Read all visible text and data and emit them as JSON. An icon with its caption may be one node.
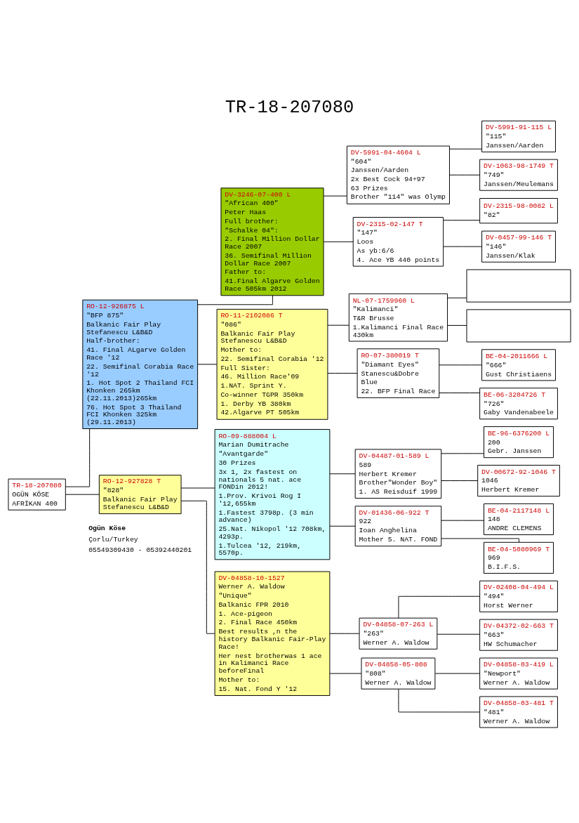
{
  "diagram": {
    "title": "TR-18-207080",
    "nodes": [
      {
        "text": [
          "TR-18-207080",
          "OGÜN KÖSE",
          "AFRİKAN 400"
        ]
      },
      {
        "text": [
          "RO-12-926875 L",
          "\"BFP 875\"",
          "Balkanic Fair Play Stefanescu L&B&D",
          "Half-brother:",
          "41. Final ALgarve Golden Race '12",
          "22. Semifinal Corabia Race '12",
          "1. Hot Spot 2 Thailand FCI Khonken 265km (22.11.2013)265km",
          "76. Hot Spot 3 Thailand FCI Khonken 325km (29.11.2013)"
        ]
      },
      {
        "text": [
          "RO-12-927828 T",
          "\"828\"",
          "Balkanic Fair Play Stefanescu L&B&D"
        ]
      },
      {
        "text": [
          "DV-3246-07-400 L",
          "\"African 400\"",
          "Peter Haas",
          "Full brother:",
          "\"Schalke 04\":",
          "2. Final Million Dollar Race 2007",
          "36. Semifinal Million Dollar Race 2007",
          "Father to:",
          "41.Final Algarve Golden Race 505km 2012"
        ]
      },
      {
        "text": [
          "RO-11-2102086 T",
          "\"086\"",
          "Balkanic Fair Play Stefanescu L&B&D",
          "Mother to:",
          "22. Semifinal Corabia '12",
          "Full Sister:",
          "46. Million Race'09",
          "1.NAT. Sprint Y.",
          "Co-winner TGPR 350km",
          "1. Derby YB 380km",
          "42.Algarve PT 505km"
        ]
      },
      {
        "text": [
          "RO-09-888004 L",
          "Marian Dumitrache",
          "\"Avantgarde\"",
          "30 Prizes",
          "3x 1, 2x fastest on nationals 5 nat. ace FONDin 2012!",
          "1.Prov. Krivoi Rog I '12,655km",
          "1.Fastest 3798p. (3 min advance)",
          "25.Nat. Nikopol '12 708km, 4293p.",
          "1.Tulcea '12, 219km, 5570p."
        ]
      },
      {
        "text": [
          "DV-04858-10-1527",
          "Werner A. Waldow",
          "\"Unique\"",
          "Balkanic FPR 2010",
          "1. Ace-pigeon",
          "2. Final Race 450km",
          "Best results ,n the history Balkanic Fair-Play Race!",
          "Her nest brotherwas 1 ace in Kalimanci Race beforeFinal",
          "Mother to:",
          "15. Nat. Fond Y '12"
        ]
      },
      {
        "text": [
          "DV-5991-04-4604 L",
          "\"604\"",
          "Janssen/Aarden",
          "2x Best Cock 94+97",
          "63 Prizes",
          "Brother \"114\" was Olymp"
        ]
      },
      {
        "text": [
          "DV-2315-02-147 T",
          "\"147\"",
          "Loos",
          "As yb:6/6",
          "4. Ace YB 440 points"
        ]
      },
      {
        "text": [
          "NL-07-1759960 L",
          "\"Kalimanci\"",
          "T&R Brusse",
          "1.Kalimanci Final Race 430km"
        ]
      },
      {
        "text": [
          "RO-07-380019 T",
          "\"Diamant Eyes\"",
          "Stanescu&Dobre",
          "Blue",
          "22. BFP Final Race"
        ]
      },
      {
        "text": [
          "DV-04487-01-589 L",
          "589",
          "Herbert Kremer",
          "Brother\"Wonder Boy\"",
          "1. AS Reisduif 1999"
        ]
      },
      {
        "text": [
          "DV-01436-06-922 T",
          "922",
          "Ioan Anghelina",
          "Mother 5. NAT. FOND"
        ]
      },
      {
        "text": [
          "DV-04858-07-263 L",
          "\"263\"",
          "Werner A. Waldow"
        ]
      },
      {
        "text": [
          "DV-04858-05-808",
          "\"808\"",
          "Werner A. Waldow"
        ]
      },
      {
        "text": [
          "DV-5991-91-115 L",
          "\"115\"",
          "Janssen/Aarden"
        ]
      },
      {
        "text": [
          "DV-1063-98-1749 T",
          "\"749\"",
          "Janssen/Meulemans"
        ]
      },
      {
        "text": [
          "DV-2315-98-0082 L",
          "\"82\""
        ]
      },
      {
        "text": [
          "DV-0457-99-146 T",
          "\"146\"",
          "Janssen/Klak"
        ]
      },
      {
        "text": [],
        "shape": "box"
      },
      {
        "text": [],
        "shape": "box"
      },
      {
        "text": [
          "BE-04-2011666 L",
          "\"666\"",
          "Gust Christiaens"
        ]
      },
      {
        "text": [
          "BE-06-3204726 T",
          "\"726\"",
          "Gaby Vandenabeele"
        ]
      },
      {
        "text": [
          "BE-96-6376200 L",
          "200",
          "Gebr. Janssen"
        ]
      },
      {
        "text": [
          "DV-00672-92-1046 T",
          "1046",
          "Herbert Kremer"
        ]
      },
      {
        "text": [
          "BE-04-2117148 L",
          "148",
          "ANDRE CLEMENS"
        ]
      },
      {
        "text": [
          "BE-04-5080969 T",
          "969",
          "B.I.F.S."
        ]
      },
      {
        "text": [
          "DV-02408-04-494 L",
          "\"494\"",
          "Horst Werner"
        ]
      },
      {
        "text": [
          "DV-04372-02-663 T",
          "\"663\"",
          "HW Schumacher"
        ]
      },
      {
        "text": [
          "DV-04858-03-419 L",
          "\"Newport\"",
          "Werner A. Waldow"
        ]
      },
      {
        "text": [
          "DV-04858-03-481 T",
          "\"481\"",
          "Werner A. Waldow"
        ]
      }
    ],
    "edges": [
      {
        "from": 0,
        "to": 1,
        "arrow": "none"
      },
      {
        "from": 0,
        "to": 2,
        "arrow": "none"
      },
      {
        "from": 1,
        "to": 3,
        "arrow": "none"
      },
      {
        "from": 1,
        "to": 4,
        "arrow": "none"
      },
      {
        "from": 2,
        "to": 5,
        "arrow": "none"
      },
      {
        "from": 2,
        "to": 6,
        "arrow": "none"
      },
      {
        "from": 3,
        "to": 7,
        "arrow": "none"
      },
      {
        "from": 3,
        "to": 8,
        "arrow": "none"
      },
      {
        "from": 4,
        "to": 9,
        "arrow": "none"
      },
      {
        "from": 4,
        "to": 10,
        "arrow": "none"
      },
      {
        "from": 5,
        "to": 11,
        "arrow": "none"
      },
      {
        "from": 5,
        "to": 12,
        "arrow": "none"
      },
      {
        "from": 6,
        "to": 13,
        "arrow": "none"
      },
      {
        "from": 6,
        "to": 14,
        "arrow": "none"
      },
      {
        "from": 7,
        "to": 15,
        "arrow": "none"
      },
      {
        "from": 7,
        "to": 16,
        "arrow": "none"
      },
      {
        "from": 8,
        "to": 17,
        "arrow": "none"
      },
      {
        "from": 8,
        "to": 18,
        "arrow": "none"
      },
      {
        "from": 9,
        "to": 19,
        "arrow": "none"
      },
      {
        "from": 9,
        "to": 20,
        "arrow": "none"
      },
      {
        "from": 10,
        "to": 21,
        "arrow": "none"
      },
      {
        "from": 10,
        "to": 22,
        "arrow": "none"
      },
      {
        "from": 11,
        "to": 23,
        "arrow": "none"
      },
      {
        "from": 11,
        "to": 24,
        "arrow": "none"
      },
      {
        "from": 12,
        "to": 25,
        "arrow": "none"
      },
      {
        "from": 12,
        "to": 26,
        "arrow": "none"
      },
      {
        "from": 13,
        "to": 27,
        "arrow": "none"
      },
      {
        "from": 13,
        "to": 28,
        "arrow": "none"
      },
      {
        "from": 14,
        "to": 29,
        "arrow": "none"
      },
      {
        "from": 14,
        "to": 30,
        "arrow": "none"
      }
    ],
    "labels": [
      "Ogün Köse",
      "Çorlu/Turkey",
      "05549309430 - 05392440201"
    ]
  }
}
